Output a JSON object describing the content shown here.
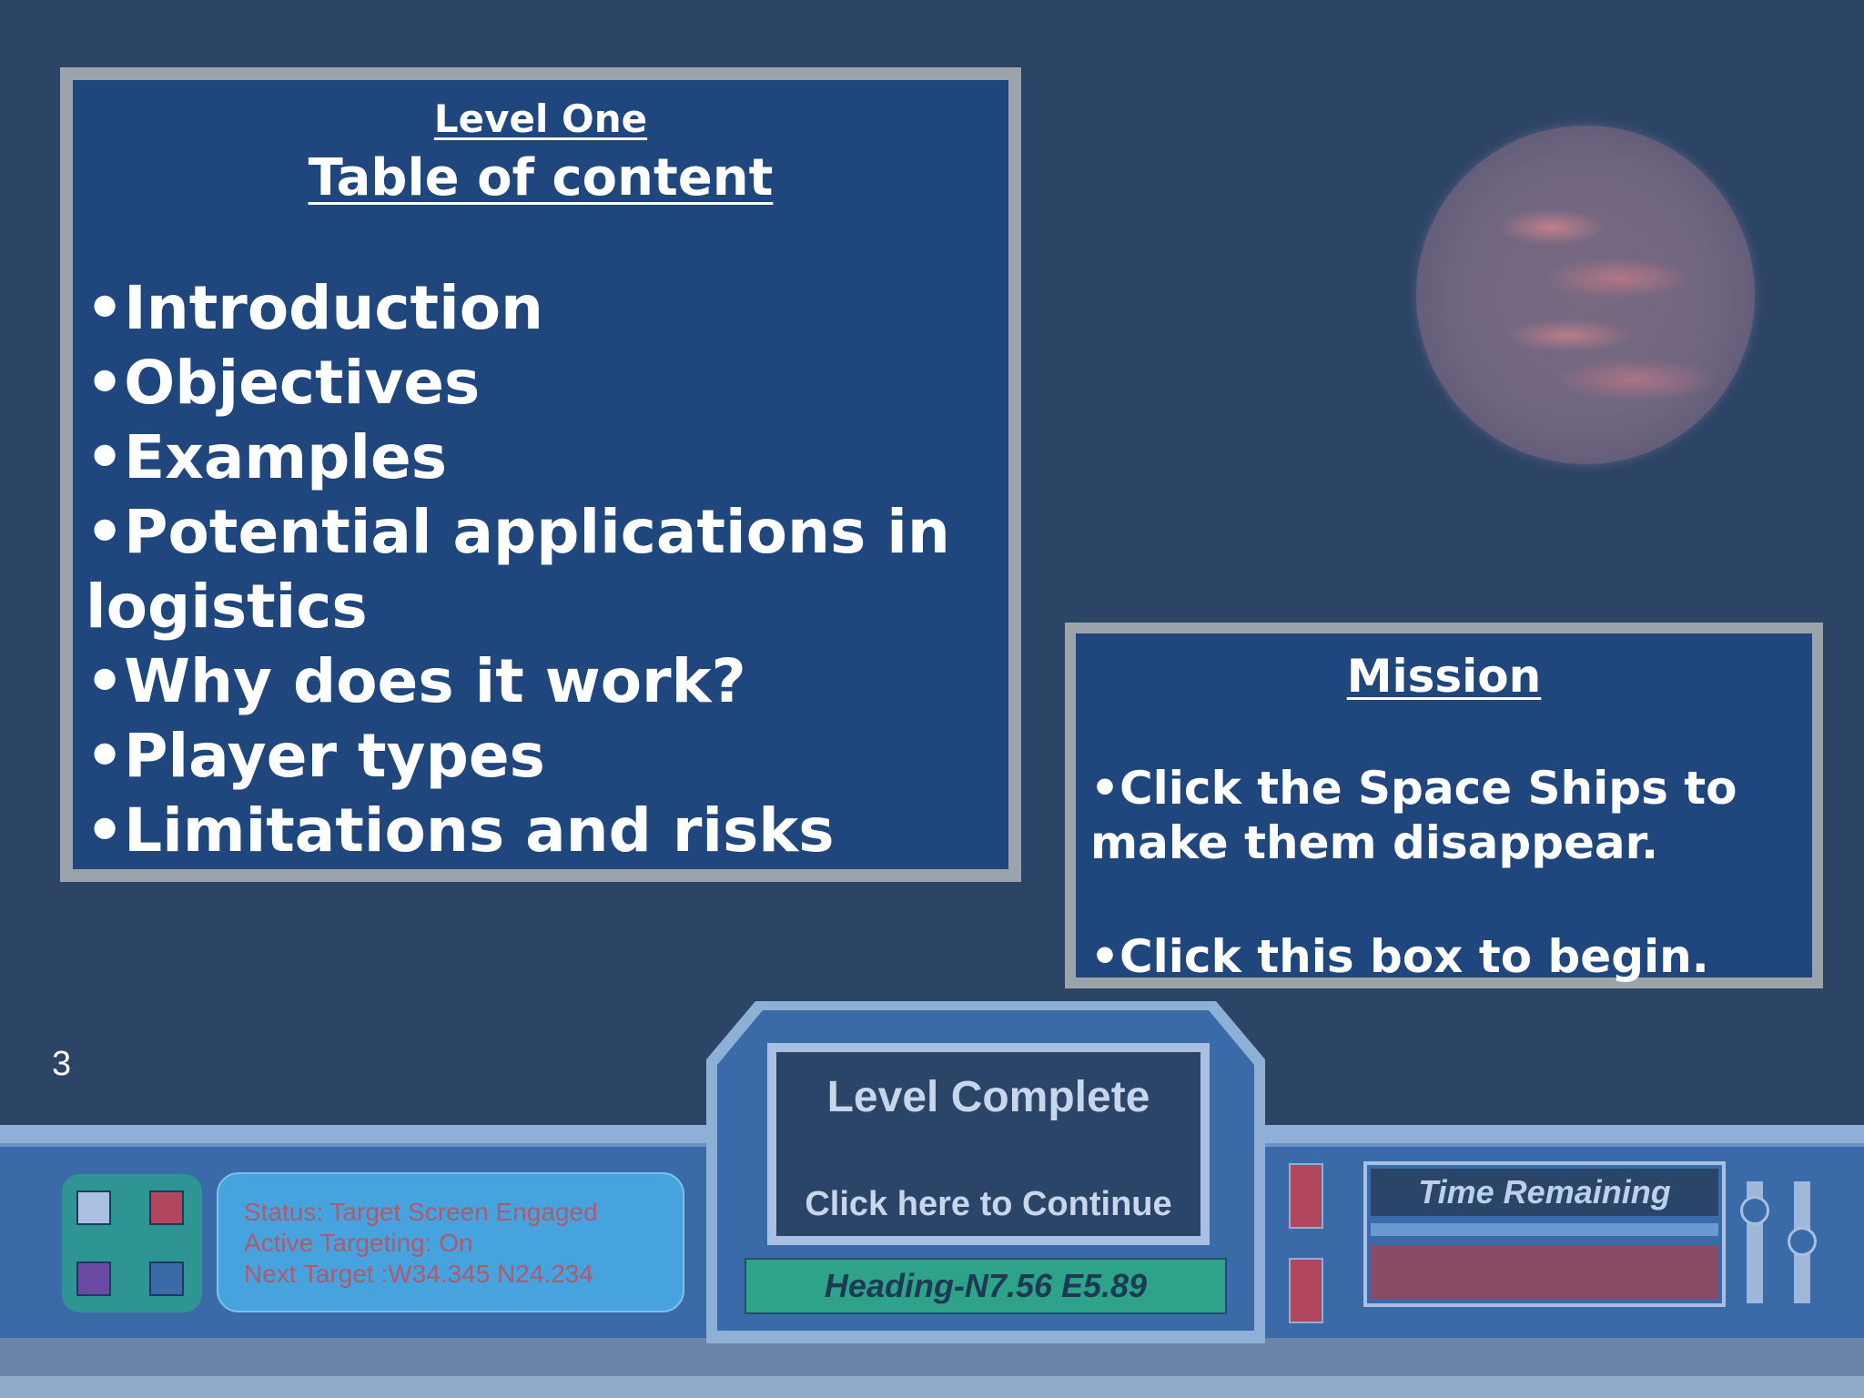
{
  "toc": {
    "level": "Level One",
    "title": "Table of content",
    "items": [
      "•Introduction",
      "•Objectives",
      "•Examples",
      "•Potential applications in logistics",
      "•Why does it work?",
      "•Player types",
      "•Limitations and risks"
    ]
  },
  "mission": {
    "title": "Mission",
    "instruction": "•Click the Space Ships to make them disappear.",
    "begin": "•Click this box  to begin."
  },
  "slide_number": "3",
  "status": {
    "line1": "Status: Target Screen Engaged",
    "line2": "Active Targeting: On",
    "line3": "Next Target :W34.345 N24.234"
  },
  "console": {
    "title": "Level Complete",
    "continue": "Click here to Continue",
    "heading": "Heading-N7.56 E5.89"
  },
  "timer": {
    "label": "Time Remaining"
  },
  "colors": {
    "background": "#2c4466",
    "panel": "#1f477d",
    "panel_border": "#9da3ab",
    "status_text": "#b05a70",
    "heading_bar": "#2fa28a"
  }
}
